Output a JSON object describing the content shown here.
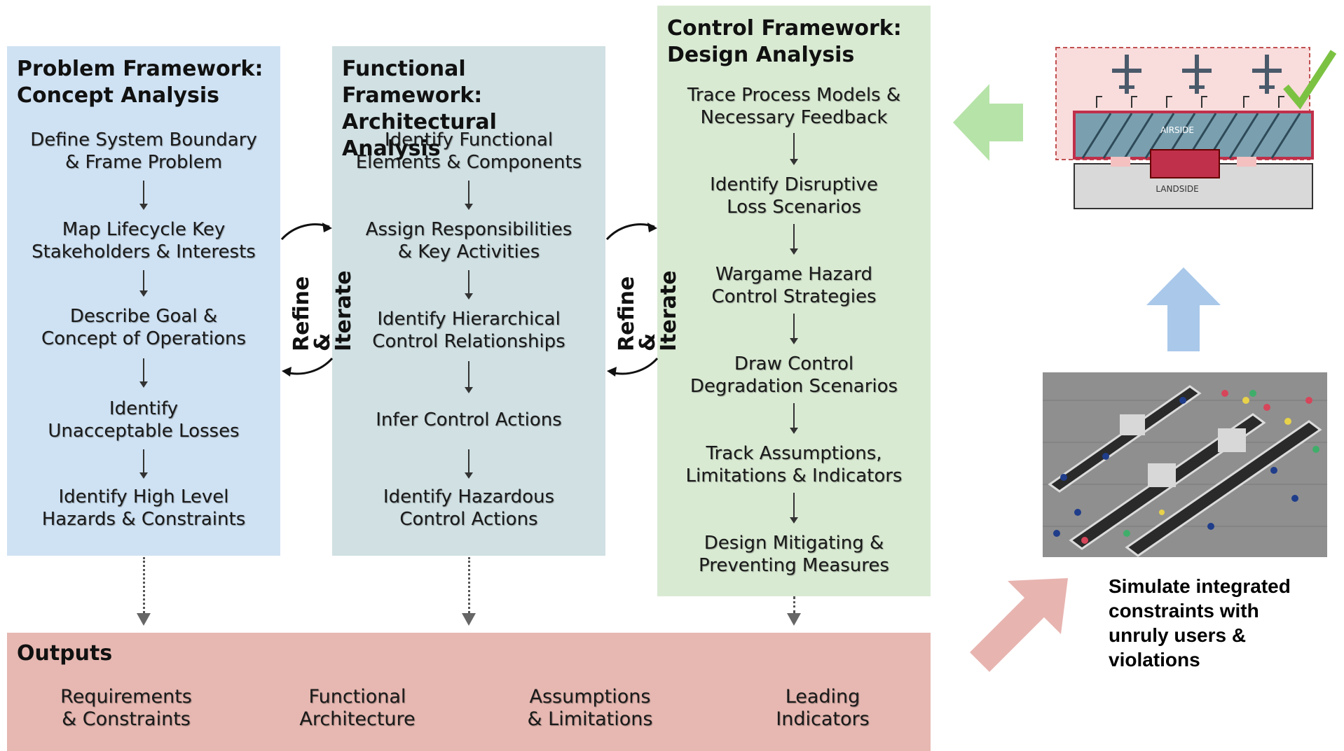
{
  "problem": {
    "title": "Problem Framework:\nConcept Analysis",
    "steps": [
      "Define System Boundary\n& Frame Problem",
      "Map Lifecycle Key\nStakeholders & Interests",
      "Describe Goal &\nConcept of Operations",
      "Identify\nUnacceptable Losses",
      "Identify High Level\nHazards & Constraints"
    ]
  },
  "functional": {
    "title": "Functional Framework:\nArchitectural Analysis",
    "steps": [
      "Identify Functional\nElements & Components",
      "Assign Responsibilities\n& Key Activities",
      "Identify Hierarchical\nControl Relationships",
      "Infer Control Actions",
      "Identify Hazardous\nControl Actions"
    ]
  },
  "control": {
    "title": "Control Framework:\nDesign Analysis",
    "steps": [
      "Trace Process Models &\nNecessary Feedback",
      "Identify Disruptive\nLoss Scenarios",
      "Wargame Hazard\nControl Strategies",
      "Draw Control\nDegradation Scenarios",
      "Track Assumptions,\nLimitations & Indicators",
      "Design Mitigating &\nPreventing Measures"
    ]
  },
  "refine_label": "Refine\n& Iterate",
  "outputs": {
    "title": "Outputs",
    "items": [
      "Requirements\n& Constraints",
      "Functional\nArchitecture",
      "Assumptions\n& Limitations",
      "Leading\nIndicators"
    ]
  },
  "layout_map": {
    "airside_label": "AIRSIDE",
    "landside_label": "LANDSIDE"
  },
  "simulation_caption": "Simulate integrated constraints with unruly users & violations",
  "colors": {
    "problem_bg": "#cfe2f3",
    "functional_bg": "#d0e0e3",
    "control_bg": "#d9ead3",
    "outputs_bg": "#e6b8b1",
    "green_arrow": "#b6e3a8",
    "blue_arrow": "#a9c8ea",
    "pink_arrow": "#e8b4b0"
  }
}
